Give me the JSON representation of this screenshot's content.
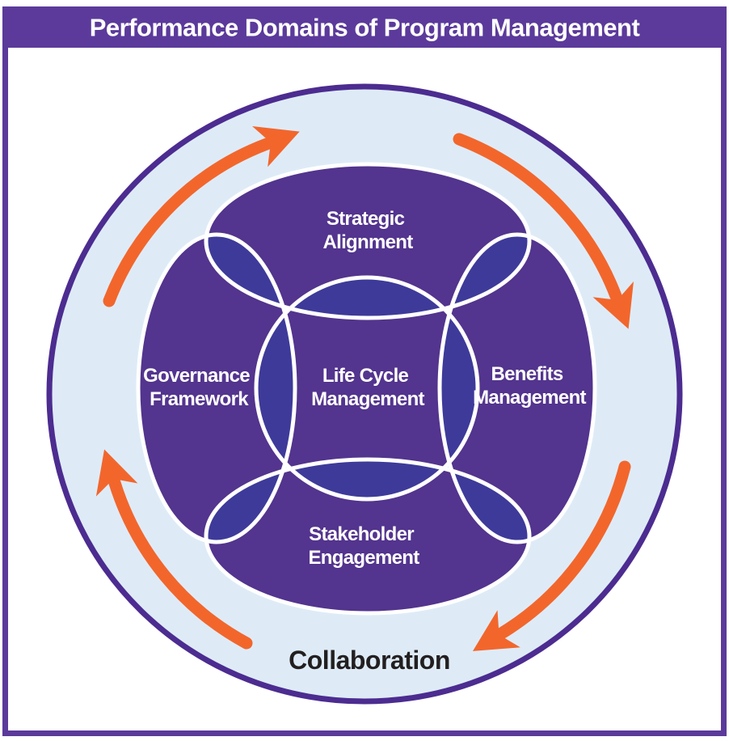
{
  "title": "Performance Domains of Program Management",
  "domains": {
    "top": {
      "line1": "Strategic",
      "line2": "Alignment"
    },
    "left": {
      "line1": "Governance",
      "line2": "Framework"
    },
    "center": {
      "line1": "Life Cycle",
      "line2": "Management"
    },
    "right": {
      "line1": "Benefits",
      "line2": "Management"
    },
    "bottom": {
      "line1": "Stakeholder",
      "line2": "Engagement"
    }
  },
  "outer_label": "Collaboration",
  "arrows": {
    "count": 4,
    "direction": "clockwise",
    "color": "#F2662C"
  },
  "colors": {
    "background": "#FFFFFF",
    "frame_purple": "#5B3A9B",
    "title_text": "#FFFFFF",
    "ring_fill": "#DEEBF7",
    "ring_stroke": "#4C2C90",
    "domain_fill": "#53348E",
    "overlap_fill": "#3E3A9A",
    "shape_outline": "#FFFFFF",
    "domain_text": "#FFFFFF",
    "outer_label_text": "#231F20",
    "arrow_orange": "#F2662C"
  }
}
